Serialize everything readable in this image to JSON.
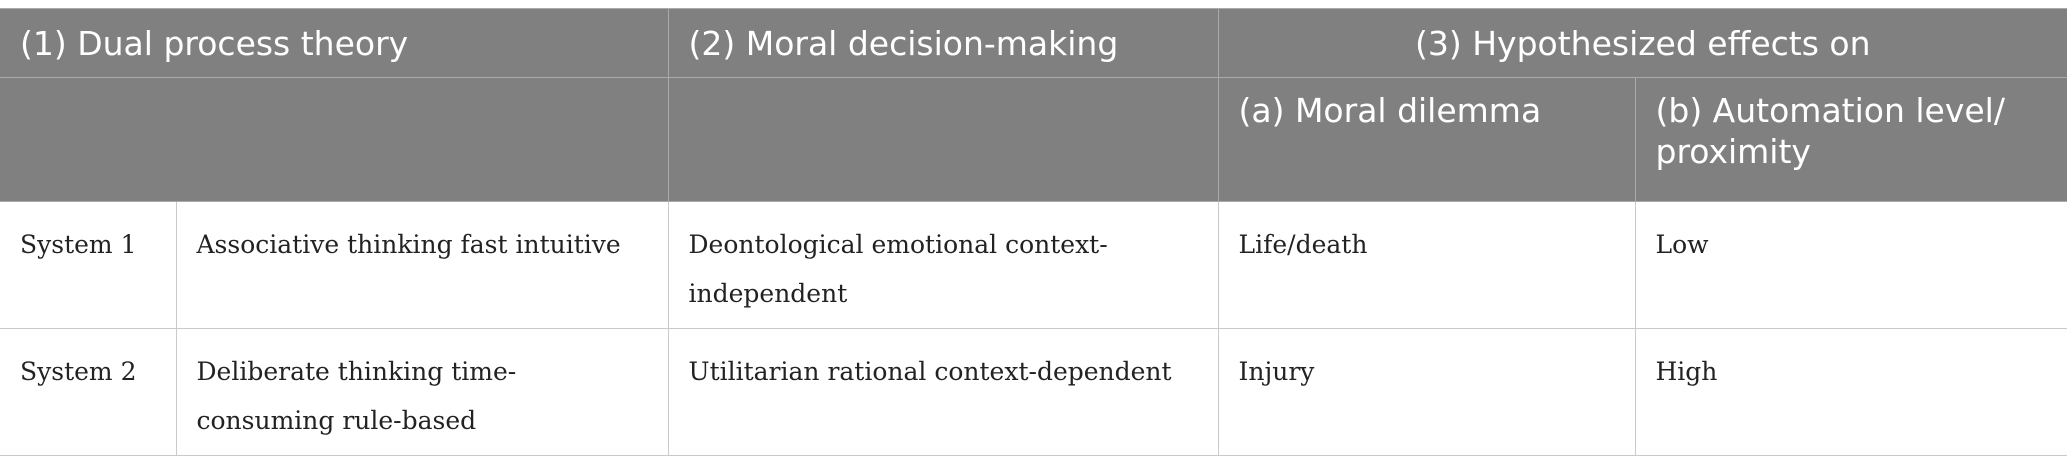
{
  "header": {
    "col1": "(1) Dual process theory",
    "col2": "(2) Moral decision-making",
    "col3": "(3) Hypothesized effects on",
    "sub_a": "(a) Moral dilemma",
    "sub_b": "(b) Automation level/ proximity"
  },
  "rows": [
    {
      "system": "System 1",
      "thinking": "Associative thinking fast intuitive",
      "moral": "Deontological emotional context-independent",
      "dilemma": "Life/death",
      "automation": "Low"
    },
    {
      "system": "System 2",
      "thinking": "Deliberate thinking time-consuming rule-based",
      "moral": "Utilitarian rational context-dependent",
      "dilemma": "Injury",
      "automation": "High"
    }
  ]
}
